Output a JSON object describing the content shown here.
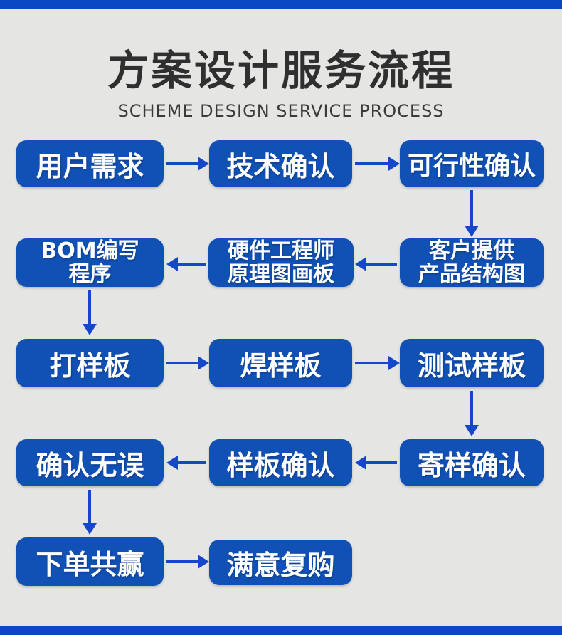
{
  "page": {
    "title": "方案设计服务流程",
    "subtitle": "SCHEME DESIGN SERVICE PROCESS"
  },
  "colors": {
    "bar_blue": "#0a47c2",
    "box_blue": "#1151b5",
    "arrow_blue": "#1647c8",
    "background": "#e5e6e3",
    "title_text": "#2f2f2f",
    "box_text": "#ffffff"
  },
  "flow": {
    "nodes": [
      {
        "id": "user-requirements",
        "label": "用户需求"
      },
      {
        "id": "technical-confirmation",
        "label": "技术确认"
      },
      {
        "id": "feasibility-confirmation",
        "label": "可行性确认"
      },
      {
        "id": "customer-structure-diagram",
        "label": "客户提供\n产品结构图"
      },
      {
        "id": "hardware-engineer-schematic",
        "label": "硬件工程师\n原理图画板"
      },
      {
        "id": "bom-programming",
        "label": "BOM编写\n程序"
      },
      {
        "id": "make-sample-board",
        "label": "打样板"
      },
      {
        "id": "solder-sample-board",
        "label": "焊样板"
      },
      {
        "id": "test-sample-board",
        "label": "测试样板"
      },
      {
        "id": "send-sample-confirmation",
        "label": "寄样确认"
      },
      {
        "id": "sample-confirmation",
        "label": "样板确认"
      },
      {
        "id": "confirm-no-error",
        "label": "确认无误"
      },
      {
        "id": "place-order-win-win",
        "label": "下单共赢"
      },
      {
        "id": "satisfied-repurchase",
        "label": "满意复购"
      }
    ],
    "edges": [
      {
        "from": "user-requirements",
        "to": "technical-confirmation",
        "direction": "right"
      },
      {
        "from": "technical-confirmation",
        "to": "feasibility-confirmation",
        "direction": "right"
      },
      {
        "from": "feasibility-confirmation",
        "to": "customer-structure-diagram",
        "direction": "down"
      },
      {
        "from": "customer-structure-diagram",
        "to": "hardware-engineer-schematic",
        "direction": "left"
      },
      {
        "from": "hardware-engineer-schematic",
        "to": "bom-programming",
        "direction": "left"
      },
      {
        "from": "bom-programming",
        "to": "make-sample-board",
        "direction": "down"
      },
      {
        "from": "make-sample-board",
        "to": "solder-sample-board",
        "direction": "right"
      },
      {
        "from": "solder-sample-board",
        "to": "test-sample-board",
        "direction": "right"
      },
      {
        "from": "test-sample-board",
        "to": "send-sample-confirmation",
        "direction": "down"
      },
      {
        "from": "send-sample-confirmation",
        "to": "sample-confirmation",
        "direction": "left"
      },
      {
        "from": "sample-confirmation",
        "to": "confirm-no-error",
        "direction": "left"
      },
      {
        "from": "confirm-no-error",
        "to": "place-order-win-win",
        "direction": "down"
      },
      {
        "from": "place-order-win-win",
        "to": "satisfied-repurchase",
        "direction": "right"
      }
    ]
  }
}
